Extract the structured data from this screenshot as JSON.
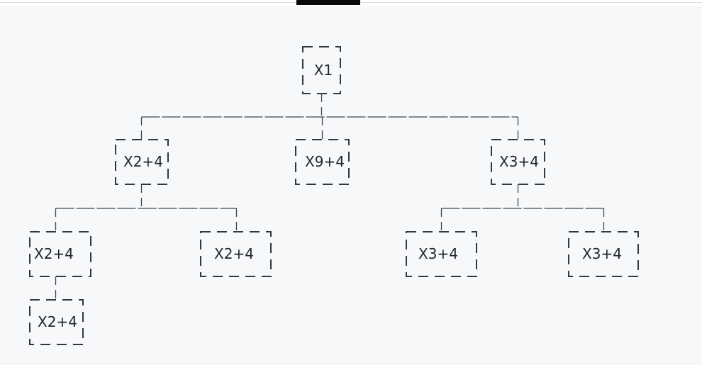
{
  "window": {
    "top_bar_color": "#0a0a0a",
    "top_strip_color": "#ffffff",
    "canvas_background": "#f7f8fa"
  },
  "diagram": {
    "type": "tree",
    "style": {
      "node_border_color": "#32383e",
      "connector_color": "#41464b",
      "text_color": "#22262a",
      "border_style": "dashed"
    },
    "nodes": [
      {
        "id": "root",
        "label": "X1",
        "parent": null,
        "level": 1
      },
      {
        "id": "child-left",
        "label": "X2+4",
        "parent": "root",
        "level": 2
      },
      {
        "id": "child-middle",
        "label": "X9+4",
        "parent": "root",
        "level": 2
      },
      {
        "id": "child-right",
        "label": "X3+4",
        "parent": "root",
        "level": 2
      },
      {
        "id": "grandchild-left-1",
        "label": "X2+4",
        "parent": "child-left",
        "level": 3
      },
      {
        "id": "grandchild-left-2",
        "label": "X2+4",
        "parent": "child-left",
        "level": 3
      },
      {
        "id": "grandchild-right-1",
        "label": "X3+4",
        "parent": "child-right",
        "level": 3
      },
      {
        "id": "grandchild-right-2",
        "label": "X3+4",
        "parent": "child-right",
        "level": 3
      },
      {
        "id": "great-grandchild",
        "label": "X2+4",
        "parent": "grandchild-left-1",
        "level": 4
      }
    ]
  }
}
